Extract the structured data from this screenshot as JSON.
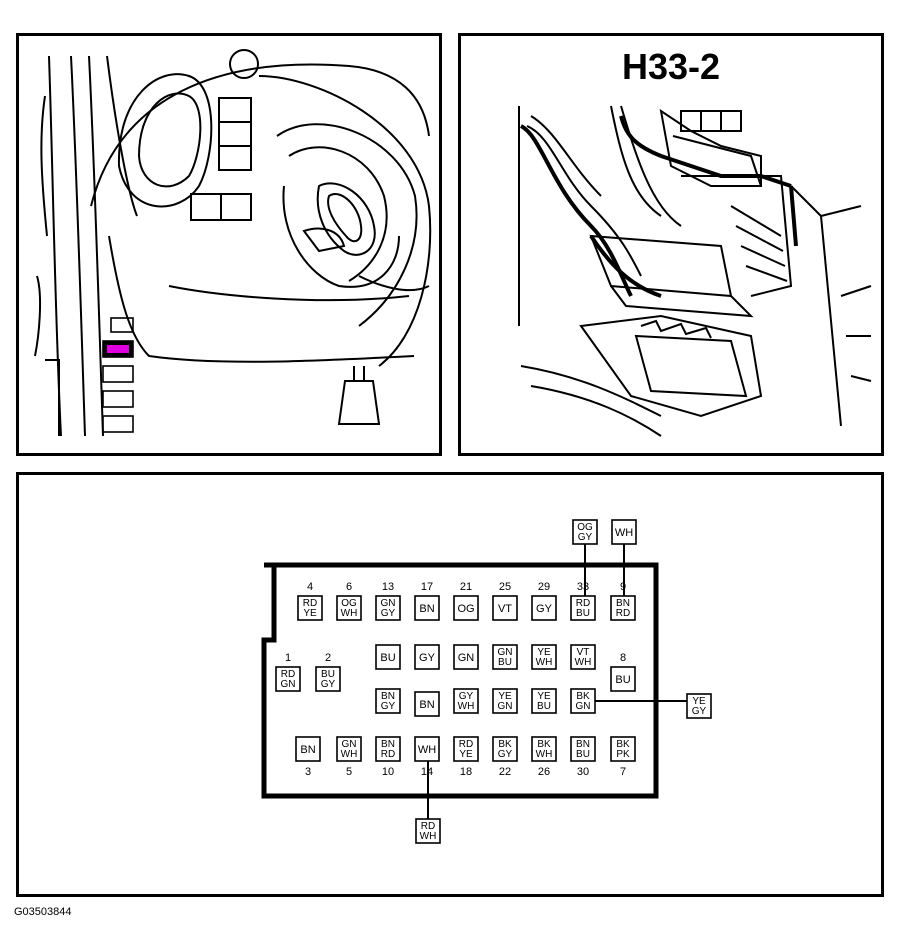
{
  "photo_title": "H33-2",
  "figure_id": "G03503844",
  "colors": {
    "line": "#000000",
    "highlight": "#e000e0",
    "background": "#ffffff"
  },
  "pins": [
    {
      "num": "4",
      "wire": [
        "RD",
        "YE"
      ]
    },
    {
      "num": "6",
      "wire": [
        "OG",
        "WH"
      ]
    },
    {
      "num": "13",
      "wire": [
        "GN",
        "GY"
      ]
    },
    {
      "num": "17",
      "wire": [
        "BN"
      ]
    },
    {
      "num": "21",
      "wire": [
        "OG"
      ]
    },
    {
      "num": "25",
      "wire": [
        "VT"
      ]
    },
    {
      "num": "29",
      "wire": [
        "GY"
      ]
    },
    {
      "num": "33",
      "wire": [
        "RD",
        "BU"
      ]
    },
    {
      "num": "9",
      "wire": [
        "BN",
        "RD"
      ]
    },
    {
      "num": "",
      "wire": [
        "BU"
      ]
    },
    {
      "num": "",
      "wire": [
        "GY"
      ]
    },
    {
      "num": "",
      "wire": [
        "GN"
      ]
    },
    {
      "num": "",
      "wire": [
        "GN",
        "BU"
      ]
    },
    {
      "num": "",
      "wire": [
        "YE",
        "WH"
      ]
    },
    {
      "num": "",
      "wire": [
        "VT",
        "WH"
      ]
    },
    {
      "num": "8",
      "wire": [
        "BU"
      ]
    },
    {
      "num": "1",
      "wire": [
        "RD",
        "GN"
      ]
    },
    {
      "num": "2",
      "wire": [
        "BU",
        "GY"
      ]
    },
    {
      "num": "",
      "wire": [
        "BN",
        "GY"
      ]
    },
    {
      "num": "",
      "wire": [
        "BN"
      ]
    },
    {
      "num": "",
      "wire": [
        "GY",
        "WH"
      ]
    },
    {
      "num": "",
      "wire": [
        "YE",
        "GN"
      ]
    },
    {
      "num": "",
      "wire": [
        "YE",
        "BU"
      ]
    },
    {
      "num": "",
      "wire": [
        "BK",
        "GN"
      ]
    },
    {
      "num": "3",
      "wire": [
        "BN"
      ]
    },
    {
      "num": "5",
      "wire": [
        "GN",
        "WH"
      ]
    },
    {
      "num": "10",
      "wire": [
        "BN",
        "RD"
      ]
    },
    {
      "num": "14",
      "wire": [
        "WH"
      ]
    },
    {
      "num": "18",
      "wire": [
        "RD",
        "YE"
      ]
    },
    {
      "num": "22",
      "wire": [
        "BK",
        "GY"
      ]
    },
    {
      "num": "26",
      "wire": [
        "BK",
        "WH"
      ]
    },
    {
      "num": "30",
      "wire": [
        "BN",
        "BU"
      ]
    },
    {
      "num": "7",
      "wire": [
        "BK",
        "PK"
      ]
    }
  ],
  "external_wires": [
    {
      "wire": [
        "OG",
        "GY"
      ]
    },
    {
      "wire": [
        "WH"
      ]
    },
    {
      "wire": [
        "YE",
        "GY"
      ]
    },
    {
      "wire": [
        "RD",
        "WH"
      ]
    }
  ]
}
